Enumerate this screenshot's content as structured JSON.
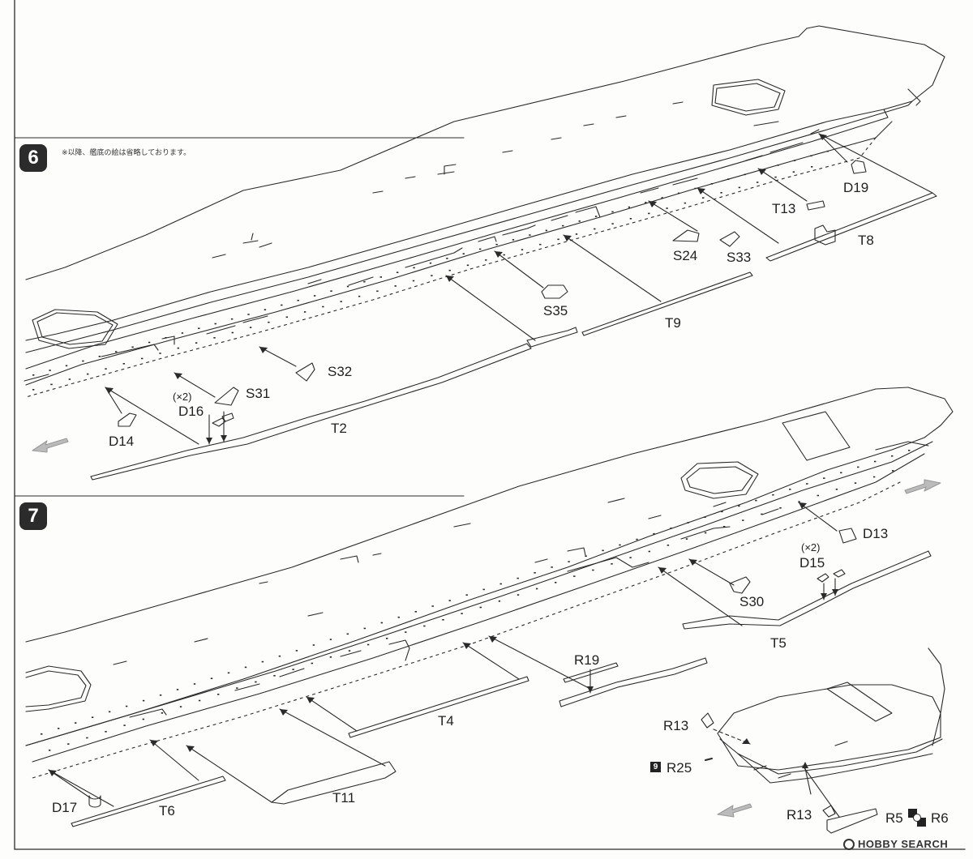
{
  "steps": [
    {
      "number": "6",
      "note": "※以降、艦底の絵は省略しております。",
      "parts": [
        {
          "id": "D19"
        },
        {
          "id": "T13"
        },
        {
          "id": "T8"
        },
        {
          "id": "S24"
        },
        {
          "id": "S33"
        },
        {
          "id": "S35"
        },
        {
          "id": "T9"
        },
        {
          "id": "S32"
        },
        {
          "id": "S31"
        },
        {
          "id": "D16",
          "quantity": "(×2)"
        },
        {
          "id": "T2"
        },
        {
          "id": "D14"
        }
      ]
    },
    {
      "number": "7",
      "parts": [
        {
          "id": "D13"
        },
        {
          "id": "D15",
          "quantity": "(×2)"
        },
        {
          "id": "S30"
        },
        {
          "id": "T5"
        },
        {
          "id": "R19"
        },
        {
          "id": "T4"
        },
        {
          "id": "T11"
        },
        {
          "id": "T6"
        },
        {
          "id": "D17"
        },
        {
          "id": "R13"
        },
        {
          "id": "R25",
          "step_ref": "9"
        },
        {
          "id": "R13"
        },
        {
          "id": "R5"
        },
        {
          "id": "R6"
        }
      ]
    }
  ],
  "watermark": "HOBBY SEARCH",
  "colors": {
    "line": "#2a2a2a",
    "paper": "#fdfdfc",
    "badge": "#2b2b2b"
  }
}
